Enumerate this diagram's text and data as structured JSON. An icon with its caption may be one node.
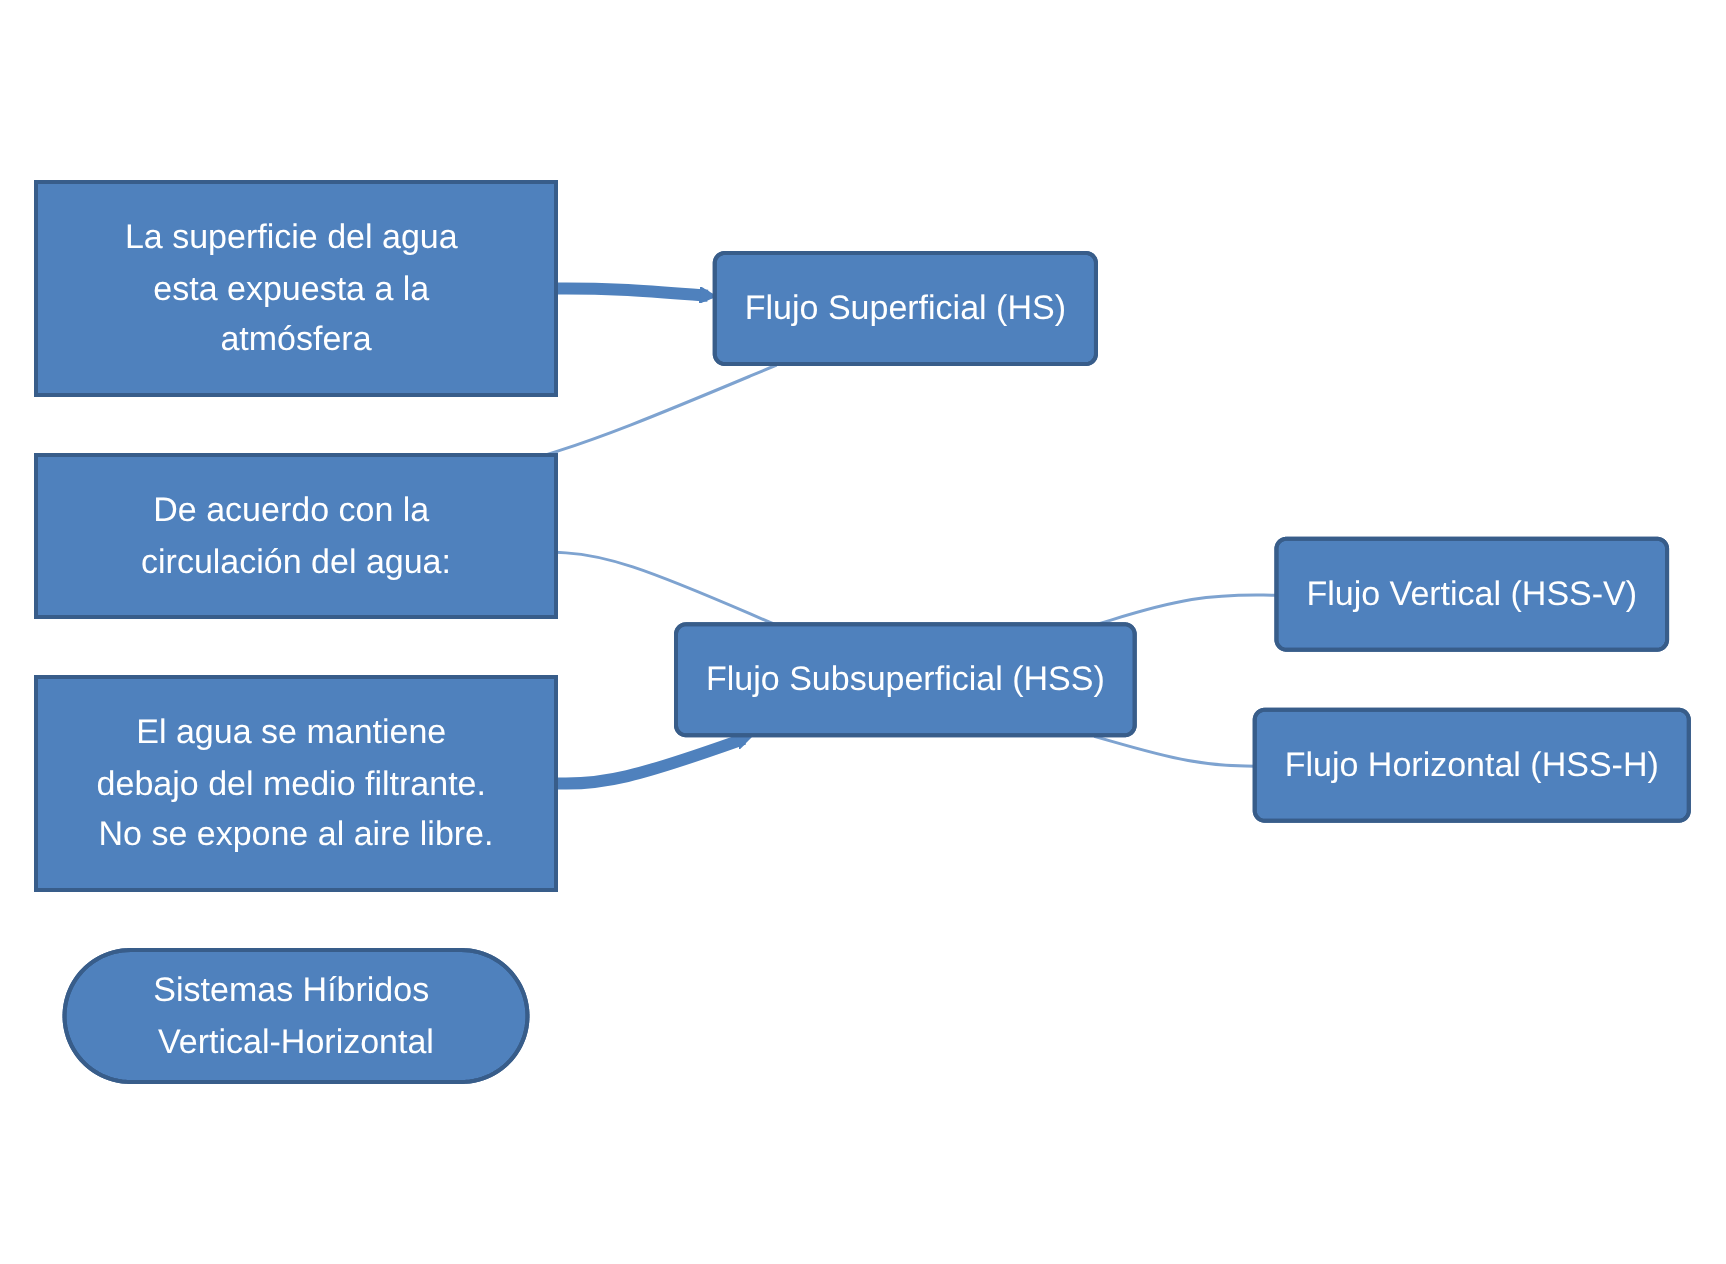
{
  "diagram": {
    "nodes": [
      {
        "text": [
          "De acuerdo con la circulación del agua:"
        ]
      },
      {
        "text": [
          "La superficie del agua esta expuesta a la atmósfera"
        ]
      },
      {
        "text": [
          "Flujo Superficial (HS)"
        ]
      },
      {
        "text": [
          "El agua se mantiene debajo del medio filtrante. No se expone al aire libre."
        ]
      },
      {
        "text": [
          "Flujo Subsuperficial (HSS)"
        ]
      },
      {
        "text": [
          "Flujo Vertical (HSS-V)"
        ]
      },
      {
        "text": [
          "Flujo Horizontal (HSS-H)"
        ]
      },
      {
        "text": [
          "Sistemas Híbridos Vertical-Horizontal"
        ]
      }
    ],
    "edges": [
      {
        "from": 0,
        "to": 2,
        "arrow": "none"
      },
      {
        "from": 0,
        "to": 4,
        "arrow": "none"
      },
      {
        "from": 1,
        "to": 2,
        "arrow": "to",
        "style": "thick"
      },
      {
        "from": 3,
        "to": 4,
        "arrow": "to",
        "style": "thick"
      },
      {
        "from": 4,
        "to": 5,
        "arrow": "none"
      },
      {
        "from": 4,
        "to": 6,
        "arrow": "none"
      }
    ]
  }
}
